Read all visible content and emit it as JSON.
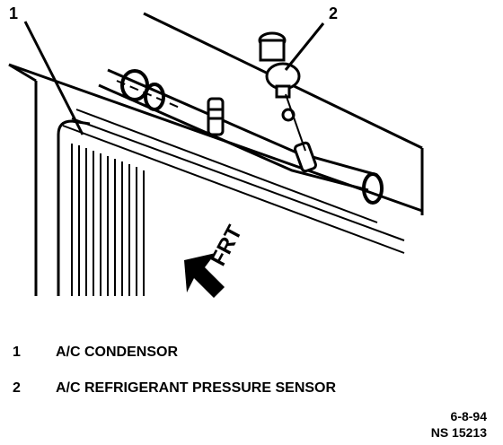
{
  "callouts": [
    {
      "number": "1"
    },
    {
      "number": "2"
    }
  ],
  "direction_label": "FRT",
  "legend": [
    {
      "number": "1",
      "text": "A/C CONDENSOR"
    },
    {
      "number": "2",
      "text": "A/C REFRIGERANT PRESSURE SENSOR"
    }
  ],
  "figure_date": "6-8-94",
  "figure_code": "NS 15213"
}
